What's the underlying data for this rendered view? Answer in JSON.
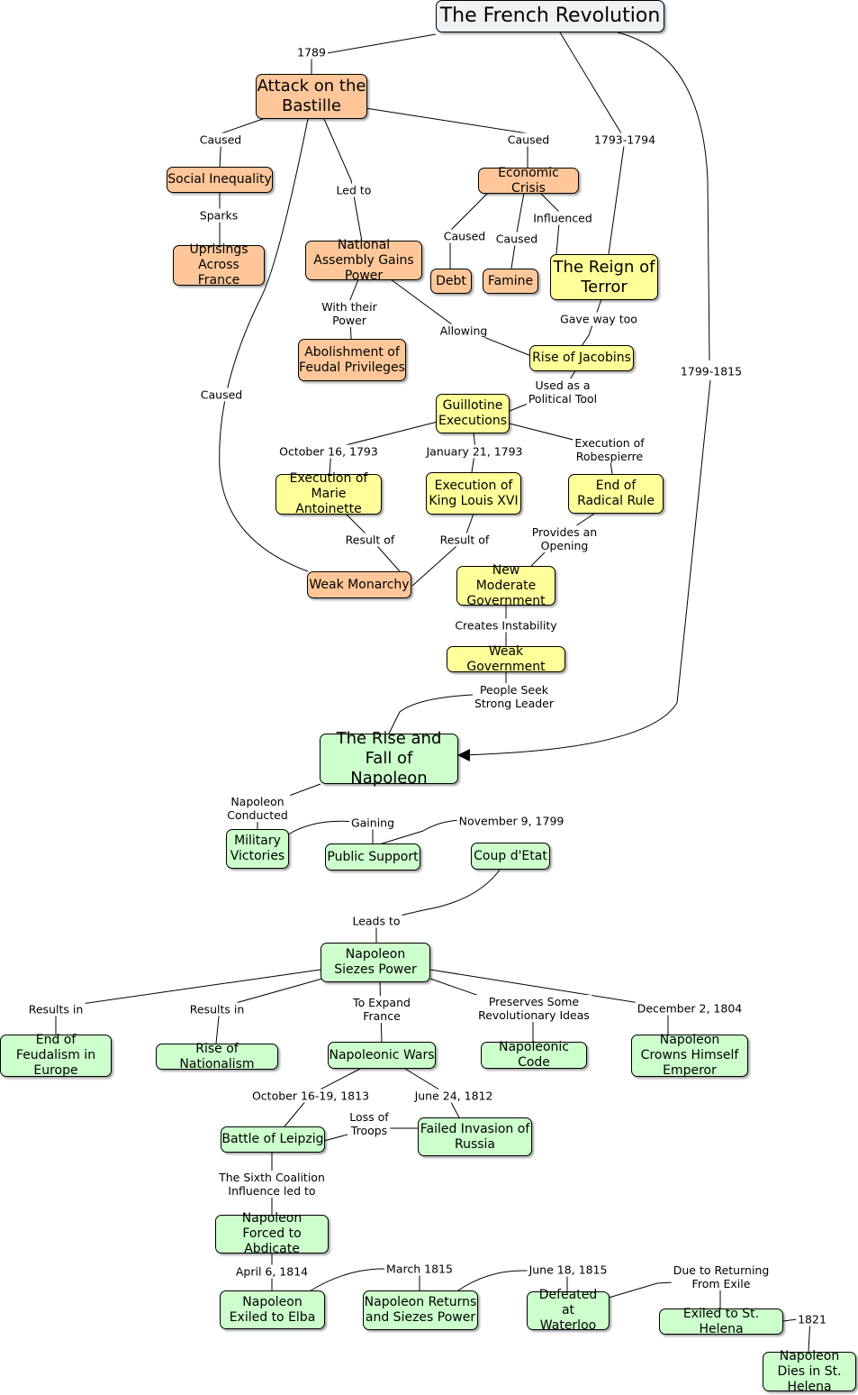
{
  "colors": {
    "stage1": "#FFC799",
    "stage2": "#FFFF99",
    "stage3": "#CCFFCC",
    "root": "#EEF2F4"
  },
  "nodes": {
    "french_revolution": "The French Revolution",
    "attack_bastille": "Attack on the Bastille",
    "social_inequality": "Social Inequality",
    "uprisings": "Uprisings Across France",
    "national_assembly": "National Assembly Gains Power",
    "abolishment": "Abolishment of Feudal Privileges",
    "economic_crisis": "Economic Crisis",
    "debt": "Debt",
    "famine": "Famine",
    "reign_of_terror": "The Reign of Terror",
    "rise_jacobins": "Rise of Jacobins",
    "guillotine": "Guillotine Executions",
    "exec_marie": "Execution of Marie Antoinette",
    "exec_louis": "Execution of King Louis XVI",
    "end_radical": "End of Radical Rule",
    "weak_monarchy": "Weak Monarchy",
    "new_moderate": "New Moderate Government",
    "weak_government": "Weak Government",
    "napoleon": "The Rise and Fall of Napoleon",
    "military_victories": "Military Victories",
    "public_support": "Public Support",
    "coup": "Coup d'Etat",
    "napoleon_siezes": "Napoleon Siezes Power",
    "end_feudalism": "End of Feudalism in Europe",
    "rise_nationalism": "Rise of Nationalism",
    "napoleonic_wars": "Napoleonic Wars",
    "napoleonic_code": "Napoleonic Code",
    "napoleon_crowns": "Napoleon Crowns Himself Emperor",
    "battle_leipzig": "Battle of Leipzig",
    "failed_invasion": "Failed Invasion of Russia",
    "forced_abdicate": "Napoleon Forced to Abdicate",
    "exiled_elba": "Napoleon Exiled to Elba",
    "returns": "Napoleon Returns and Siezes Power",
    "waterloo": "Defeated at Waterloo",
    "st_helena": "Exiled to St. Helena",
    "dies": "Napoleon Dies in St. Helena"
  },
  "labels": {
    "l1789": "1789",
    "l1793_1794": "1793-1794",
    "l1799_1815": "1799-1815",
    "caused_si": "Caused",
    "caused_ec": "Caused",
    "led_to": "Led to",
    "sparks": "Sparks",
    "caused_debt": "Caused",
    "caused_famine": "Caused",
    "influenced": "Influenced",
    "with_power": "With their\nPower",
    "allowing": "Allowing",
    "gave_way": "Gave way too",
    "caused_wm": "Caused",
    "political_tool": "Used as a\nPolitical Tool",
    "oct16": "October 16, 1793",
    "jan21": "January 21, 1793",
    "exec_robespierre": "Execution of\nRobespierre",
    "result_of_1": "Result of",
    "result_of_2": "Result of",
    "provides_opening": "Provides an\nOpening",
    "creates_instability": "Creates Instability",
    "people_seek": "People Seek\nStrong Leader",
    "napoleon_conducted": "Napoleon\nConducted",
    "gaining": "Gaining",
    "nov9": "November 9, 1799",
    "leads_to": "Leads to",
    "results_in_1": "Results in",
    "results_in_2": "Results in",
    "to_expand": "To Expand\nFrance",
    "preserves": "Preserves Some\nRevolutionary Ideas",
    "dec2": "December 2, 1804",
    "oct16_19": "October 16-19, 1813",
    "june24": "June 24, 1812",
    "loss_troops": "Loss of\nTroops",
    "sixth_coalition": "The Sixth Coalition\nInfluence led to",
    "april6": "April 6, 1814",
    "march1815": "March 1815",
    "june18": "June 18, 1815",
    "due_returning": "Due to Returning\nFrom Exile",
    "l1821": "1821"
  }
}
